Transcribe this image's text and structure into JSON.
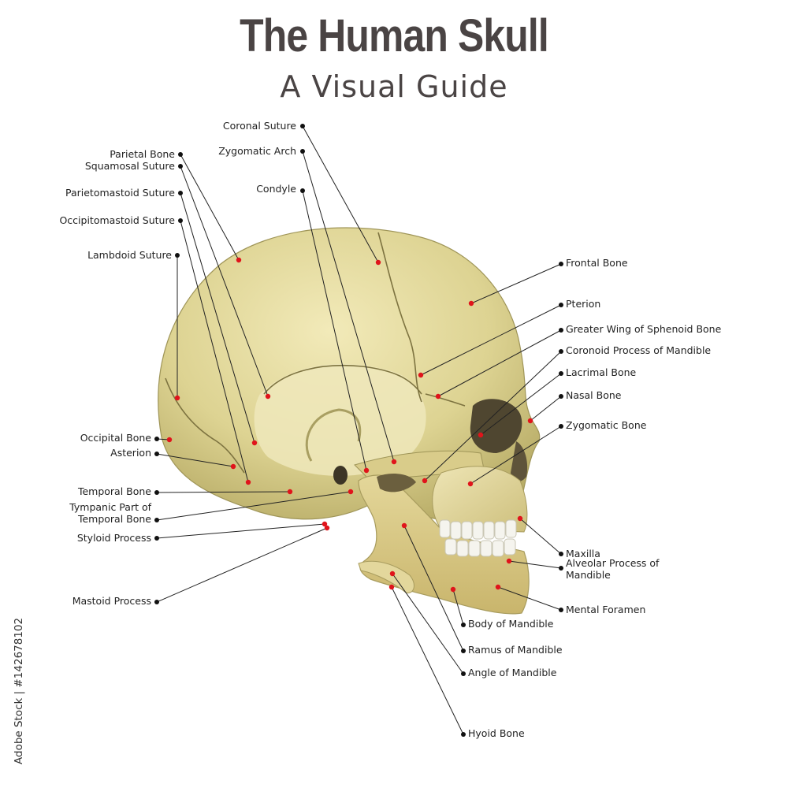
{
  "title": "The Human Skull",
  "subtitle": "A Visual Guide",
  "watermark": "Adobe Stock | #142678102",
  "colors": {
    "bone_light": "#efe6b4",
    "bone_mid": "#d8cf8a",
    "bone_dark": "#b0a862",
    "marker_red": "#e0141b",
    "line": "#222222",
    "title": "#4a4444"
  },
  "labels": [
    {
      "id": "coronal-suture",
      "text": "Coronal Suture"
    },
    {
      "id": "zygomatic-arch",
      "text": "Zygomatic Arch"
    },
    {
      "id": "condyle",
      "text": "Condyle"
    },
    {
      "id": "parietal-bone",
      "text": "Parietal Bone"
    },
    {
      "id": "squamosal-suture",
      "text": "Squamosal Suture"
    },
    {
      "id": "parietomastoid-suture",
      "text": "Parietomastoid Suture"
    },
    {
      "id": "occipitomastoid-suture",
      "text": "Occipitomastoid Suture"
    },
    {
      "id": "lambdoid-suture",
      "text": "Lambdoid Suture"
    },
    {
      "id": "occipital-bone",
      "text": "Occipital Bone"
    },
    {
      "id": "asterion",
      "text": "Asterion"
    },
    {
      "id": "temporal-bone",
      "text": "Temporal Bone"
    },
    {
      "id": "tympanic-part",
      "text": "Tympanic Part of\nTemporal Bone"
    },
    {
      "id": "styloid-process",
      "text": "Styloid Process"
    },
    {
      "id": "mastoid-process",
      "text": "Mastoid Process"
    },
    {
      "id": "frontal-bone",
      "text": "Frontal Bone"
    },
    {
      "id": "pterion",
      "text": "Pterion"
    },
    {
      "id": "greater-wing",
      "text": "Greater Wing of Sphenoid Bone"
    },
    {
      "id": "coronoid-process",
      "text": "Coronoid Process of Mandible"
    },
    {
      "id": "lacrimal-bone",
      "text": "Lacrimal Bone"
    },
    {
      "id": "nasal-bone",
      "text": "Nasal Bone"
    },
    {
      "id": "zygomatic-bone",
      "text": "Zygomatic Bone"
    },
    {
      "id": "maxilla",
      "text": "Maxilla"
    },
    {
      "id": "alveolar-process",
      "text": "Alveolar Process of\nMandible"
    },
    {
      "id": "mental-foramen",
      "text": "Mental Foramen"
    },
    {
      "id": "body-of-mandible",
      "text": "Body of Mandible"
    },
    {
      "id": "ramus-of-mandible",
      "text": "Ramus of Mandible"
    },
    {
      "id": "angle-of-mandible",
      "text": "Angle of Mandible"
    },
    {
      "id": "hyoid-bone",
      "text": "Hyoid Bone"
    }
  ]
}
